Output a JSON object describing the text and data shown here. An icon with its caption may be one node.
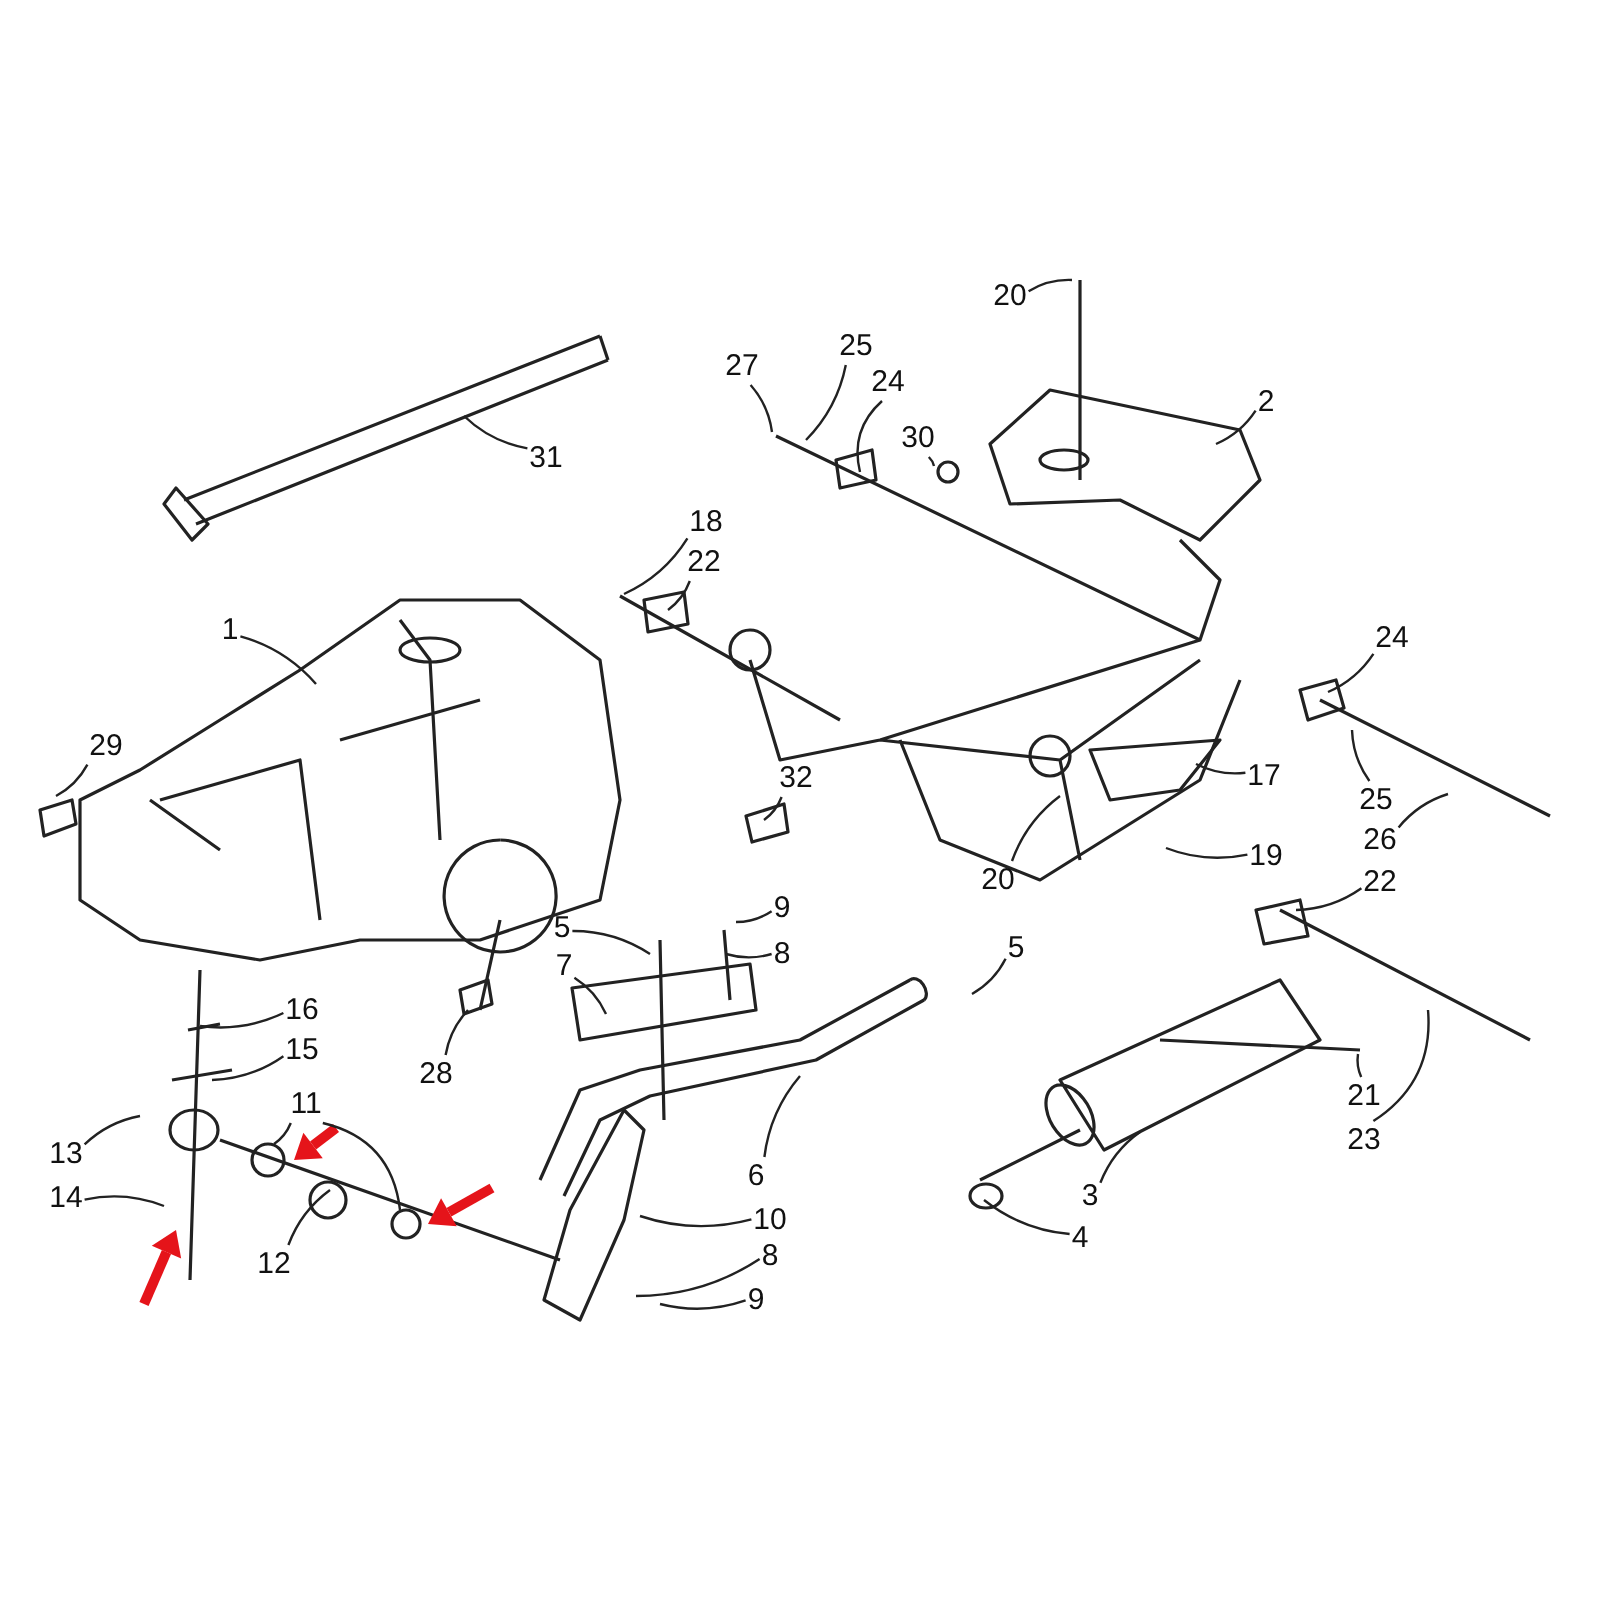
{
  "diagram": {
    "nodes": [
      {
        "text": [
          "20"
        ]
      },
      {
        "text": [
          "27"
        ]
      },
      {
        "text": [
          "25"
        ]
      },
      {
        "text": [
          "24"
        ]
      },
      {
        "text": [
          "2"
        ]
      },
      {
        "text": [
          "30"
        ]
      },
      {
        "text": [
          "31"
        ]
      },
      {
        "text": [
          "18"
        ]
      },
      {
        "text": [
          "22"
        ]
      },
      {
        "text": [
          "1"
        ]
      },
      {
        "text": [
          "24"
        ]
      },
      {
        "text": [
          "29"
        ]
      },
      {
        "text": [
          "17"
        ]
      },
      {
        "text": [
          "32"
        ]
      },
      {
        "text": [
          "25"
        ]
      },
      {
        "text": [
          "26"
        ]
      },
      {
        "text": [
          "19"
        ]
      },
      {
        "text": [
          "20"
        ]
      },
      {
        "text": [
          "22"
        ]
      },
      {
        "text": [
          "9"
        ]
      },
      {
        "text": [
          "5"
        ]
      },
      {
        "text": [
          "5"
        ]
      },
      {
        "text": [
          "16"
        ]
      },
      {
        "text": [
          "8"
        ]
      },
      {
        "text": [
          "7"
        ]
      },
      {
        "text": [
          "15"
        ]
      },
      {
        "text": [
          "28"
        ]
      },
      {
        "text": [
          "11"
        ]
      },
      {
        "text": [
          "21"
        ]
      },
      {
        "text": [
          "13"
        ]
      },
      {
        "text": [
          "6"
        ]
      },
      {
        "text": [
          "23"
        ]
      },
      {
        "text": [
          "3"
        ]
      },
      {
        "text": [
          "14"
        ]
      },
      {
        "text": [
          "10"
        ]
      },
      {
        "text": [
          "4"
        ]
      },
      {
        "text": [
          "8"
        ]
      },
      {
        "text": [
          "12"
        ]
      },
      {
        "text": [
          "9"
        ]
      }
    ],
    "edges": [
      {
        "from": 0,
        "to": null,
        "arrow": "none"
      },
      {
        "from": 1,
        "to": null,
        "arrow": "none"
      },
      {
        "from": 2,
        "to": null,
        "arrow": "none"
      },
      {
        "from": 3,
        "to": null,
        "arrow": "none"
      },
      {
        "from": 4,
        "to": null,
        "arrow": "none"
      },
      {
        "from": 5,
        "to": null,
        "arrow": "none"
      },
      {
        "from": 6,
        "to": null,
        "arrow": "none"
      },
      {
        "from": 7,
        "to": null,
        "arrow": "none"
      },
      {
        "from": 8,
        "to": null,
        "arrow": "none"
      },
      {
        "from": 9,
        "to": null,
        "arrow": "none"
      },
      {
        "from": 10,
        "to": null,
        "arrow": "none"
      },
      {
        "from": 11,
        "to": null,
        "arrow": "none"
      },
      {
        "from": 12,
        "to": null,
        "arrow": "none"
      },
      {
        "from": 13,
        "to": null,
        "arrow": "none"
      },
      {
        "from": 14,
        "to": null,
        "arrow": "none"
      },
      {
        "from": 15,
        "to": null,
        "arrow": "none"
      },
      {
        "from": 16,
        "to": null,
        "arrow": "none"
      },
      {
        "from": 17,
        "to": null,
        "arrow": "none"
      },
      {
        "from": 18,
        "to": null,
        "arrow": "none"
      },
      {
        "from": 19,
        "to": null,
        "arrow": "none"
      },
      {
        "from": 20,
        "to": null,
        "arrow": "none"
      },
      {
        "from": 21,
        "to": null,
        "arrow": "none"
      },
      {
        "from": 22,
        "to": null,
        "arrow": "none"
      },
      {
        "from": 23,
        "to": null,
        "arrow": "none"
      },
      {
        "from": 24,
        "to": null,
        "arrow": "none"
      },
      {
        "from": 25,
        "to": null,
        "arrow": "none"
      },
      {
        "from": 26,
        "to": null,
        "arrow": "none"
      },
      {
        "from": 27,
        "to": null,
        "arrow": "none"
      },
      {
        "from": 27,
        "to": null,
        "arrow": "none"
      },
      {
        "from": 28,
        "to": null,
        "arrow": "none"
      },
      {
        "from": 29,
        "to": null,
        "arrow": "none"
      },
      {
        "from": 30,
        "to": null,
        "arrow": "none"
      },
      {
        "from": 31,
        "to": null,
        "arrow": "none"
      },
      {
        "from": 32,
        "to": null,
        "arrow": "none"
      },
      {
        "from": 33,
        "to": null,
        "arrow": "none"
      },
      {
        "from": 34,
        "to": null,
        "arrow": "none"
      },
      {
        "from": 35,
        "to": null,
        "arrow": "none"
      },
      {
        "from": 36,
        "to": null,
        "arrow": "none"
      },
      {
        "from": 37,
        "to": null,
        "arrow": "none"
      },
      {
        "from": 38,
        "to": null,
        "arrow": "none"
      }
    ]
  }
}
